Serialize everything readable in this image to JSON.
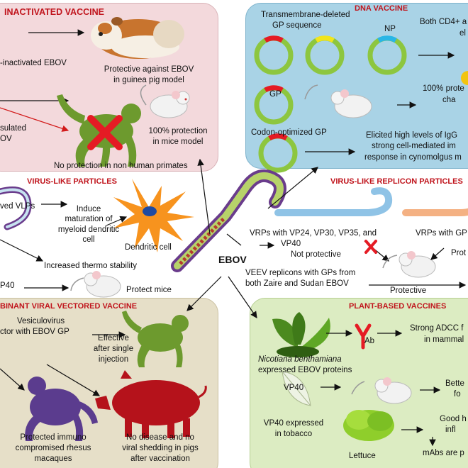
{
  "center_label": "EBOV",
  "panels": {
    "inactivated": {
      "title": "INACTIVATED VACCINE",
      "t1": "-inactivated EBOV",
      "t2": "Protective against EBOV",
      "t3": "in guinea pig model",
      "t4": "sulated",
      "t5": "OV",
      "t6": "100% protection",
      "t7": "in mice model",
      "t8": "No protection in non human primates"
    },
    "dna": {
      "title": "DNA VACCINE",
      "t1": "Transmembrane-deleted",
      "t2": "GP sequence",
      "t3": "NP",
      "t4": "Both CD4+ a",
      "t5": "el",
      "t6": "GP",
      "t7": "100% prote",
      "t8": "cha",
      "t9": "Codon-optimized GP",
      "t10": "Elicited high levels of IgG",
      "t11": "strong cell-mediated im",
      "t12": "response in cynomolgus m"
    },
    "vlp": {
      "title": "VIRUS-LIKE PARTICLES",
      "t1": "ved VLPs",
      "t2": "Induce",
      "t3": "maturation of",
      "t4": "myeloid dendritic",
      "t5": "cell",
      "t6": "Dendritic cell",
      "t7": "Increased thermo stability",
      "t8": "P40",
      "t9": "Protect mice"
    },
    "vrp": {
      "title": "VIRUS-LIKE REPLICON PARTICLES",
      "t1": "VRPs with VP24, VP30, VP35, and",
      "t2": "VP40",
      "t3": "Not protective",
      "t4": "VRPs with GP",
      "t5": "Prot",
      "t6": "VEEV replicons with GPs from",
      "t7": "both Zaire and Sudan EBOV",
      "t8": "Protective"
    },
    "viral_vector": {
      "title": "BINANT VIRAL VECTORED VACCINE",
      "t1": "Vesiculovirus",
      "t2": "ctor  with EBOV GP",
      "t3": "Effective",
      "t4": "after single",
      "t5": "injection",
      "t6": "Protected immuno",
      "t7": "compromised rhesus",
      "t8": "macaques",
      "t9": "No disease and no",
      "t10": "viral shedding in pigs",
      "t11": "after vaccination"
    },
    "plant": {
      "title": "PLANT-BASED VACCINES",
      "t1": "Ab",
      "t2": "Strong ADCC f",
      "t3": "in mammal",
      "t4": "Nicotiana benthamiana",
      "t5": "expressed EBOV proteins",
      "t6": "VP40",
      "t7": "Bette",
      "t8": "fo",
      "t9": "VP40 expressed",
      "t10": "in tobacco",
      "t11": "Good h",
      "t12": "infl",
      "t13": "mAbs are p",
      "t14": "Lettuce"
    }
  },
  "colors": {
    "inactivated_bg": "#f3d9dc",
    "dna_bg": "#a9d3e6",
    "viral_vector_bg": "#e6dfc8",
    "plant_bg": "#dcecc2",
    "title_red": "#c0141c",
    "monkey_green": "#6d9a2e",
    "macaque_purple": "#5b3c8e",
    "pig_red": "#b5121b",
    "plasmid_green": "#8dc63f"
  }
}
